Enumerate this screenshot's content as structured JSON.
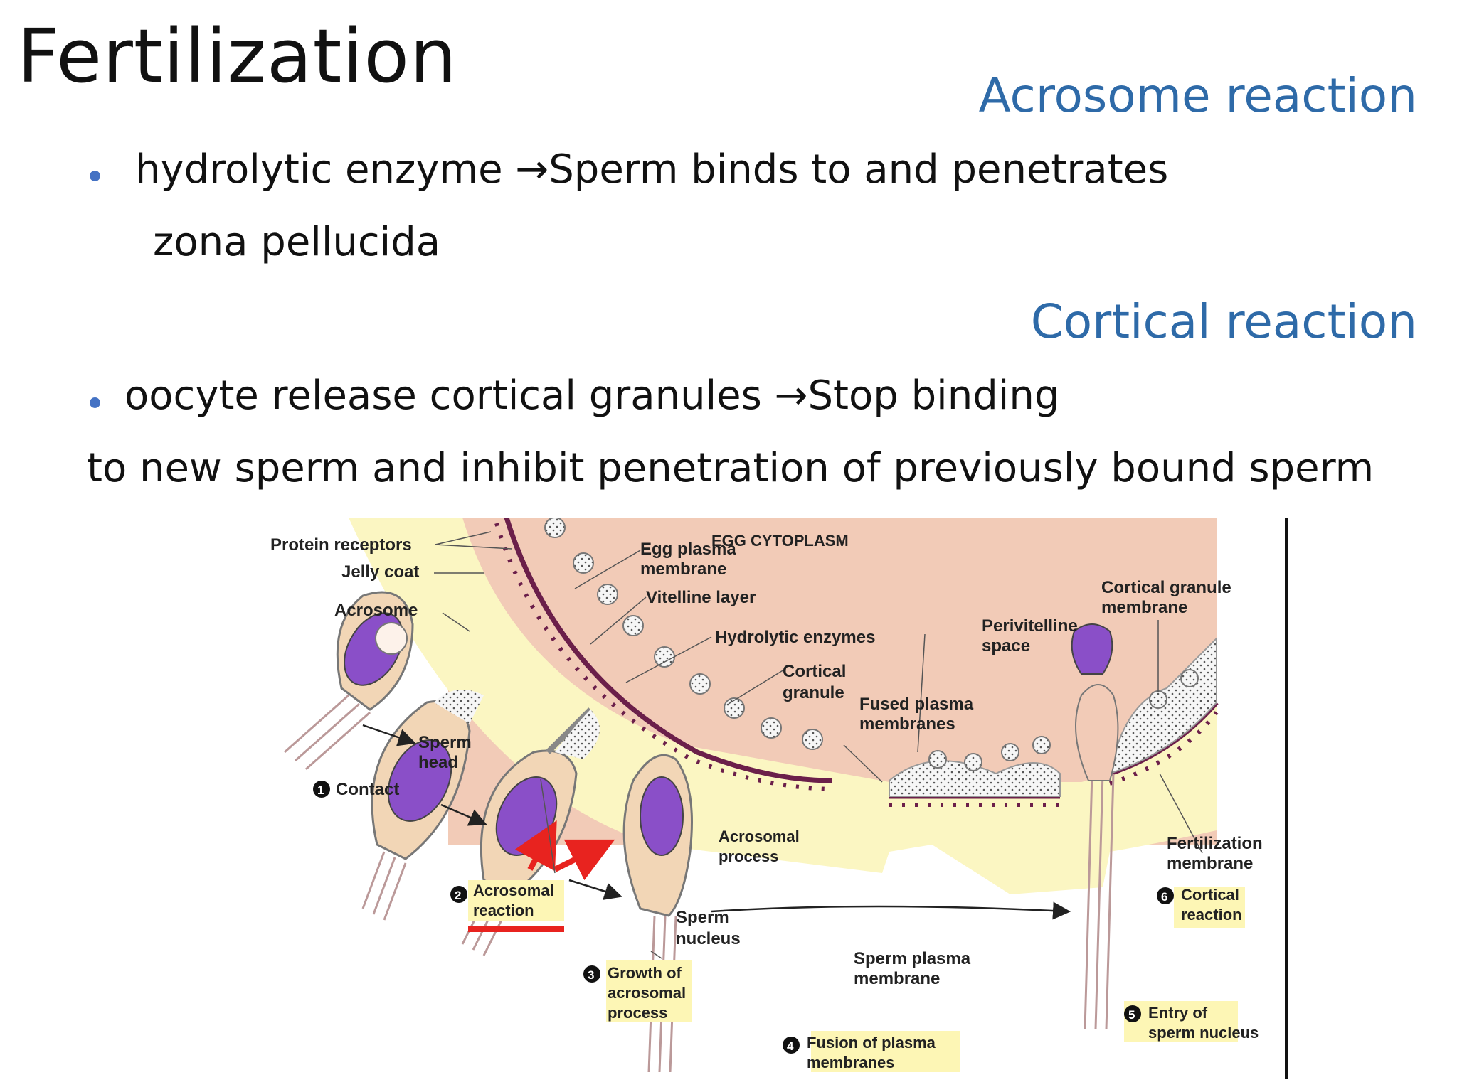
{
  "slide": {
    "title": "Fertilization",
    "heading1": "Acrosome reaction",
    "bullet1_line1": "hydrolytic enzyme →Sperm binds to and penetrates",
    "bullet1_line2": "zona pellucida",
    "heading2": "Cortical reaction",
    "bullet2_line1": "oocyte release cortical granules →Stop binding",
    "bullet2_line2": "to new sperm and inhibit penetration of previously bound sperm"
  },
  "diagram": {
    "egg_cytoplasm": "EGG CYTOPLASM",
    "protein_receptors": "Protein receptors",
    "jelly_coat": "Jelly coat",
    "acrosome": "Acrosome",
    "egg_plasma_membrane_1": "Egg plasma",
    "egg_plasma_membrane_2": "membrane",
    "vitelline_layer": "Vitelline layer",
    "hydrolytic_enzymes": "Hydrolytic enzymes",
    "cortical_granule_1": "Cortical",
    "cortical_granule_2": "granule",
    "fused_plasma_1": "Fused plasma",
    "fused_plasma_2": "membranes",
    "perivitelline_1": "Perivitelline",
    "perivitelline_2": "space",
    "cortical_granule_membrane_1": "Cortical granule",
    "cortical_granule_membrane_2": "membrane",
    "sperm_head_1": "Sperm",
    "sperm_head_2": "head",
    "step1": "Contact",
    "step2_1": "Acrosomal",
    "step2_2": "reaction",
    "acrosomal_process_1": "Acrosomal",
    "acrosomal_process_2": "process",
    "sperm_nucleus_1": "Sperm",
    "sperm_nucleus_2": "nucleus",
    "step3_1": "Growth of",
    "step3_2": "acrosomal",
    "step3_3": "process",
    "sperm_plasma_1": "Sperm plasma",
    "sperm_plasma_2": "membrane",
    "step4_1": "Fusion of plasma",
    "step4_2": "membranes",
    "step5_1": "Entry of",
    "step5_2": "sperm nucleus",
    "fertilization_membrane_1": "Fertilization",
    "fertilization_membrane_2": "membrane",
    "step6_1": "Cortical",
    "step6_2": "reaction",
    "num1": "1",
    "num2": "2",
    "num3": "3",
    "num4": "4",
    "num5": "5",
    "num6": "6"
  },
  "colors": {
    "heading_blue": "#2e6aa8",
    "bullet_blue": "#4472c4",
    "cytoplasm": "#f2cbb7",
    "jelly": "#fbf6c2",
    "membrane": "#6b1f4a",
    "nucleus": "#8a4fc8",
    "highlight_red": "#e8231f"
  }
}
